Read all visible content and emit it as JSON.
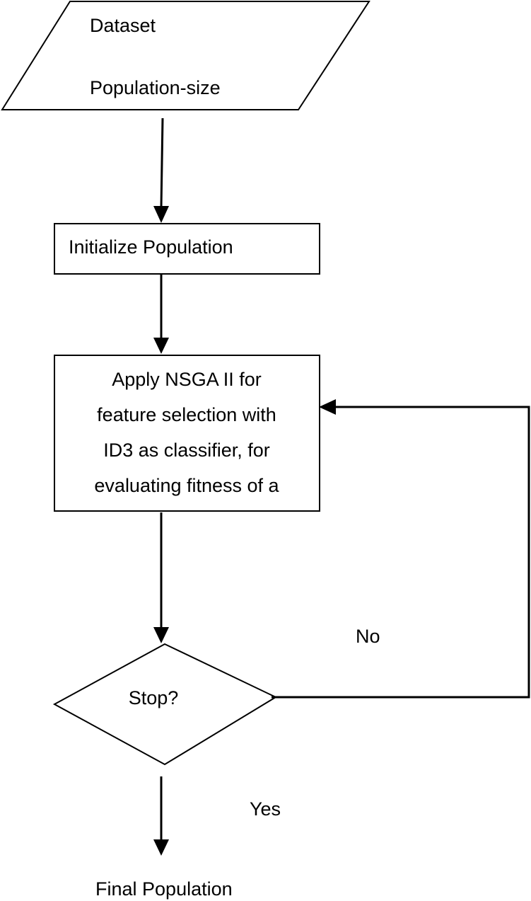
{
  "input_node": {
    "line1": "Dataset",
    "line2": "Population-size"
  },
  "init_node": {
    "label": "Initialize Population"
  },
  "process_node": {
    "lines": [
      "Apply NSGA II for",
      "feature selection with",
      "ID3 as classifier, for",
      "evaluating fitness of a"
    ]
  },
  "decision_node": {
    "label": "Stop?"
  },
  "edges": {
    "no_label": "No",
    "yes_label": "Yes"
  },
  "output_node": {
    "label": "Final Population"
  }
}
